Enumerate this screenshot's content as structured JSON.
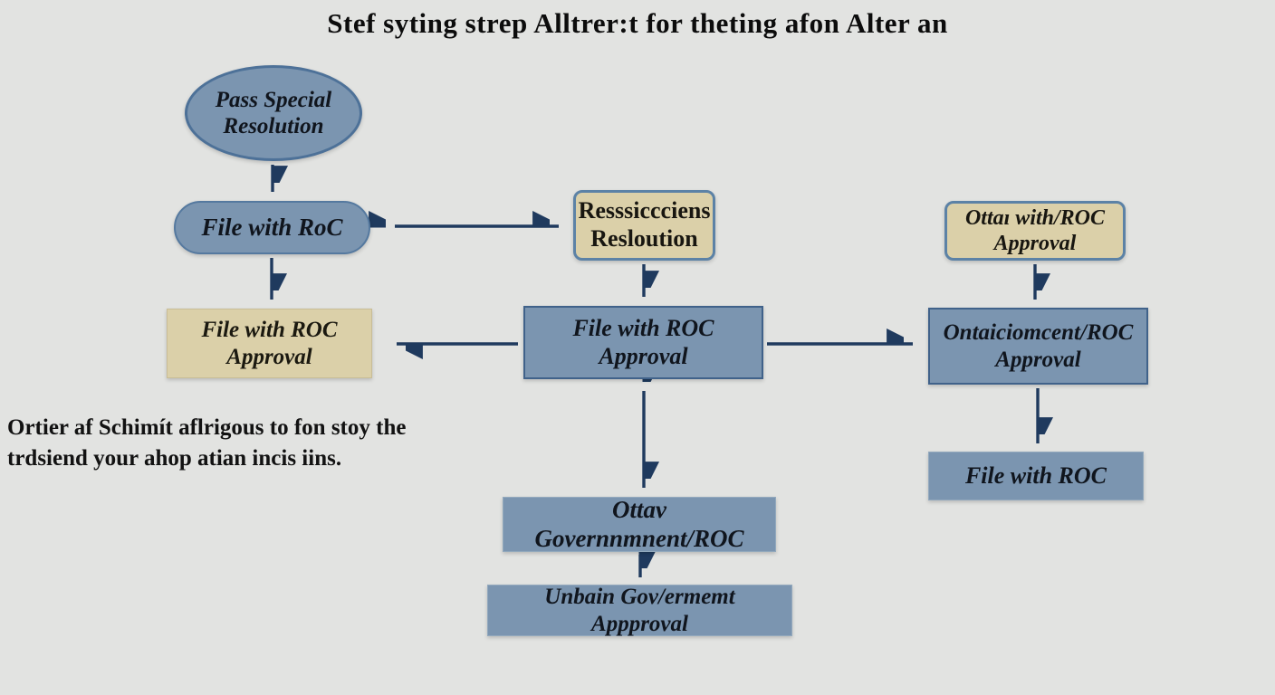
{
  "title": "Stef syting strep Alltrer:t for theting afon Alter an",
  "diagram": {
    "left_column": {
      "start_ellipse": "Pass Special Resolution",
      "pill": "File with RoC",
      "tan_box": "File with ROC Approval"
    },
    "middle_column": {
      "top_box": "Resssiccciens Resloution",
      "main_box": "File with ROC Approval",
      "gov_box": "Ottav Governnmnent/ROC",
      "bottom_box": "Unbain Gov/ermemt Appproval"
    },
    "right_column": {
      "top_box": "Ottaı with/ROC Approval",
      "mid_box": "Ontaiciomcent/ROC Approval",
      "bottom_box": "File with ROC"
    },
    "note": "Ortier af Schimít aflrigous to fon stoy the trdsiend your ahop atian incis iins.",
    "colors": {
      "background": "#e2e3e1",
      "blue_fill": "#7b95b0",
      "blue_border": "#40628a",
      "tan_fill": "#dbd0a9",
      "steel_border": "#5c82a6",
      "arrow": "#1f3a5e",
      "text": "#10151d"
    }
  }
}
